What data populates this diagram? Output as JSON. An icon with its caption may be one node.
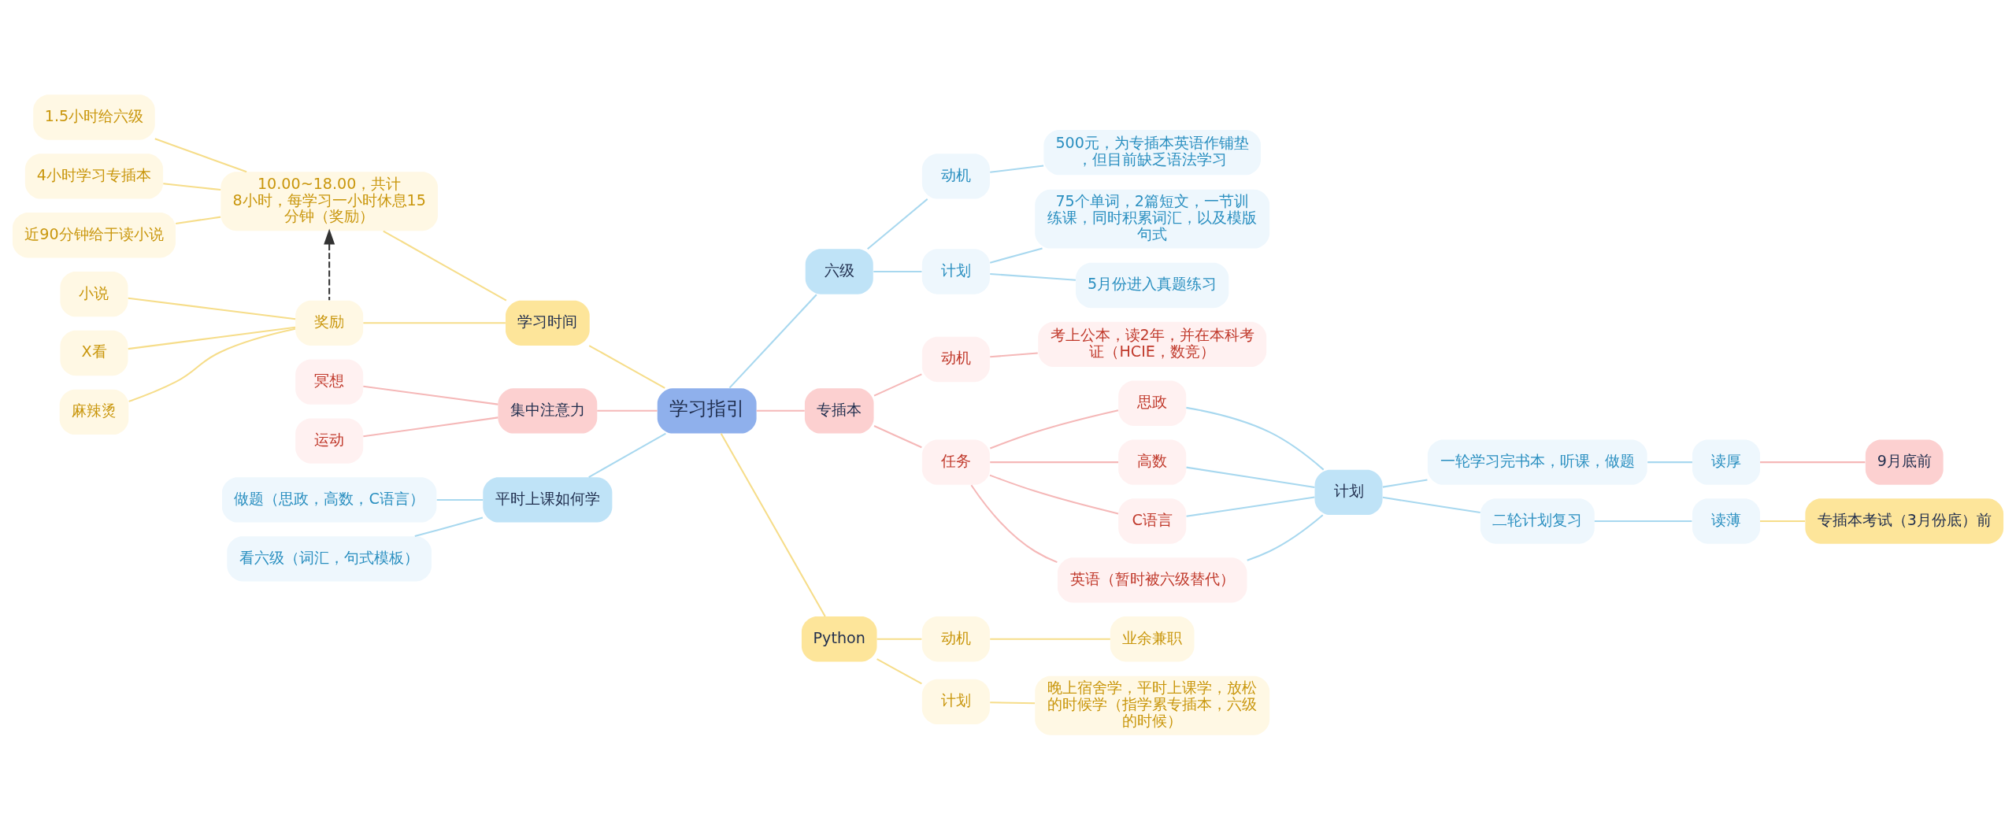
{
  "diagram": {
    "nodes": [
      {
        "text": [
          "学习指引"
        ]
      },
      {
        "text": [
          "六级"
        ]
      },
      {
        "text": [
          "动机"
        ]
      },
      {
        "text": [
          "500元，为专插本英语作铺垫，但目前缺乏语法学习"
        ]
      },
      {
        "text": [
          "计划"
        ]
      },
      {
        "text": [
          "75个单词，2篇短文，一节训练课，同时积累词汇，以及模版句式"
        ]
      },
      {
        "text": [
          "5月份进入真题练习"
        ]
      },
      {
        "text": [
          "专插本"
        ]
      },
      {
        "text": [
          "动机"
        ]
      },
      {
        "text": [
          "考上公本，读2年，并在本科考证（HCIE，数竞）"
        ]
      },
      {
        "text": [
          "任务"
        ]
      },
      {
        "text": [
          "思政"
        ]
      },
      {
        "text": [
          "高数"
        ]
      },
      {
        "text": [
          "C语言"
        ]
      },
      {
        "text": [
          "英语（暂时被六级替代）"
        ]
      },
      {
        "text": [
          "计划"
        ]
      },
      {
        "text": [
          "一轮学习完书本，听课，做题"
        ]
      },
      {
        "text": [
          "读厚"
        ]
      },
      {
        "text": [
          "9月底前"
        ]
      },
      {
        "text": [
          "二轮计划复习"
        ]
      },
      {
        "text": [
          "读薄"
        ]
      },
      {
        "text": [
          "专插本考试（3月份底）前"
        ]
      },
      {
        "text": [
          "Python"
        ]
      },
      {
        "text": [
          "动机"
        ]
      },
      {
        "text": [
          "业余兼职"
        ]
      },
      {
        "text": [
          "计划"
        ]
      },
      {
        "text": [
          "晚上宿舍学，平时上课学，放松的时候学（指学累专插本，六级的时候）"
        ]
      },
      {
        "text": [
          "学习时间"
        ]
      },
      {
        "text": [
          "10.00~18.00，共计8小时，每学习一小时休息15分钟（奖励）"
        ]
      },
      {
        "text": [
          "1.5小时给六级"
        ]
      },
      {
        "text": [
          "4小时学习专插本"
        ]
      },
      {
        "text": [
          "近90分钟给于读小说"
        ]
      },
      {
        "text": [
          "奖励"
        ]
      },
      {
        "text": [
          "小说"
        ]
      },
      {
        "text": [
          "X看"
        ]
      },
      {
        "text": [
          "麻辣烫"
        ]
      },
      {
        "text": [
          "集中注意力"
        ]
      },
      {
        "text": [
          "冥想"
        ]
      },
      {
        "text": [
          "运动"
        ]
      },
      {
        "text": [
          "平时上课如何学"
        ]
      },
      {
        "text": [
          "做题（思政，高数，C语言）"
        ]
      },
      {
        "text": [
          "看六级（词汇，句式模板）"
        ]
      }
    ],
    "edges": [
      {
        "from": 0,
        "to": 1,
        "arrow": "none",
        "color": "#a8d8ef"
      },
      {
        "from": 1,
        "to": 2,
        "arrow": "none",
        "color": "#a8d8ef"
      },
      {
        "from": 2,
        "to": 3,
        "arrow": "none",
        "color": "#a8d8ef"
      },
      {
        "from": 1,
        "to": 4,
        "arrow": "none",
        "color": "#a8d8ef"
      },
      {
        "from": 4,
        "to": 5,
        "arrow": "none",
        "color": "#a8d8ef"
      },
      {
        "from": 4,
        "to": 6,
        "arrow": "none",
        "color": "#a8d8ef"
      },
      {
        "from": 0,
        "to": 7,
        "arrow": "none",
        "color": "#f5b8b8"
      },
      {
        "from": 7,
        "to": 8,
        "arrow": "none",
        "color": "#f5b8b8"
      },
      {
        "from": 8,
        "to": 9,
        "arrow": "none",
        "color": "#f5b8b8"
      },
      {
        "from": 7,
        "to": 10,
        "arrow": "none",
        "color": "#f5b8b8"
      },
      {
        "from": 10,
        "to": 11,
        "arrow": "none",
        "color": "#f5b8b8"
      },
      {
        "from": 10,
        "to": 12,
        "arrow": "none",
        "color": "#f5b8b8"
      },
      {
        "from": 10,
        "to": 13,
        "arrow": "none",
        "color": "#f5b8b8"
      },
      {
        "from": 10,
        "to": 14,
        "arrow": "none",
        "color": "#f5b8b8"
      },
      {
        "from": 11,
        "to": 15,
        "arrow": "none",
        "color": "#a8d8ef"
      },
      {
        "from": 12,
        "to": 15,
        "arrow": "none",
        "color": "#a8d8ef"
      },
      {
        "from": 13,
        "to": 15,
        "arrow": "none",
        "color": "#a8d8ef"
      },
      {
        "from": 14,
        "to": 15,
        "arrow": "none",
        "color": "#a8d8ef"
      },
      {
        "from": 15,
        "to": 16,
        "arrow": "none",
        "color": "#a8d8ef"
      },
      {
        "from": 16,
        "to": 17,
        "arrow": "none",
        "color": "#a8d8ef"
      },
      {
        "from": 17,
        "to": 18,
        "arrow": "none",
        "color": "#f5b8b8"
      },
      {
        "from": 15,
        "to": 19,
        "arrow": "none",
        "color": "#a8d8ef"
      },
      {
        "from": 19,
        "to": 20,
        "arrow": "none",
        "color": "#a8d8ef"
      },
      {
        "from": 20,
        "to": 21,
        "arrow": "none",
        "color": "#f6dd8a"
      },
      {
        "from": 0,
        "to": 22,
        "arrow": "none",
        "color": "#f6dd8a"
      },
      {
        "from": 22,
        "to": 23,
        "arrow": "none",
        "color": "#f6dd8a"
      },
      {
        "from": 23,
        "to": 24,
        "arrow": "none",
        "color": "#f6dd8a"
      },
      {
        "from": 22,
        "to": 25,
        "arrow": "none",
        "color": "#f6dd8a"
      },
      {
        "from": 25,
        "to": 26,
        "arrow": "none",
        "color": "#f6dd8a"
      },
      {
        "from": 0,
        "to": 27,
        "arrow": "none",
        "color": "#f6dd8a"
      },
      {
        "from": 27,
        "to": 28,
        "arrow": "none",
        "color": "#f6dd8a"
      },
      {
        "from": 28,
        "to": 29,
        "arrow": "none",
        "color": "#f6dd8a"
      },
      {
        "from": 28,
        "to": 30,
        "arrow": "none",
        "color": "#f6dd8a"
      },
      {
        "from": 28,
        "to": 31,
        "arrow": "none",
        "color": "#f6dd8a"
      },
      {
        "from": 27,
        "to": 32,
        "arrow": "none",
        "color": "#f6dd8a"
      },
      {
        "from": 32,
        "to": 33,
        "arrow": "none",
        "color": "#f6dd8a"
      },
      {
        "from": 32,
        "to": 34,
        "arrow": "none",
        "color": "#f6dd8a"
      },
      {
        "from": 32,
        "to": 35,
        "arrow": "none",
        "color": "#f6dd8a"
      },
      {
        "from": 32,
        "to": 28,
        "arrow": "to",
        "style": "dashed",
        "color": "#333333"
      },
      {
        "from": 0,
        "to": 36,
        "arrow": "none",
        "color": "#f5b8b8"
      },
      {
        "from": 36,
        "to": 37,
        "arrow": "none",
        "color": "#f5b8b8"
      },
      {
        "from": 36,
        "to": 38,
        "arrow": "none",
        "color": "#f5b8b8"
      },
      {
        "from": 0,
        "to": 39,
        "arrow": "none",
        "color": "#a8d8ef"
      },
      {
        "from": 39,
        "to": 40,
        "arrow": "none",
        "color": "#a8d8ef"
      },
      {
        "from": 39,
        "to": 41,
        "arrow": "none",
        "color": "#a8d8ef"
      }
    ]
  }
}
